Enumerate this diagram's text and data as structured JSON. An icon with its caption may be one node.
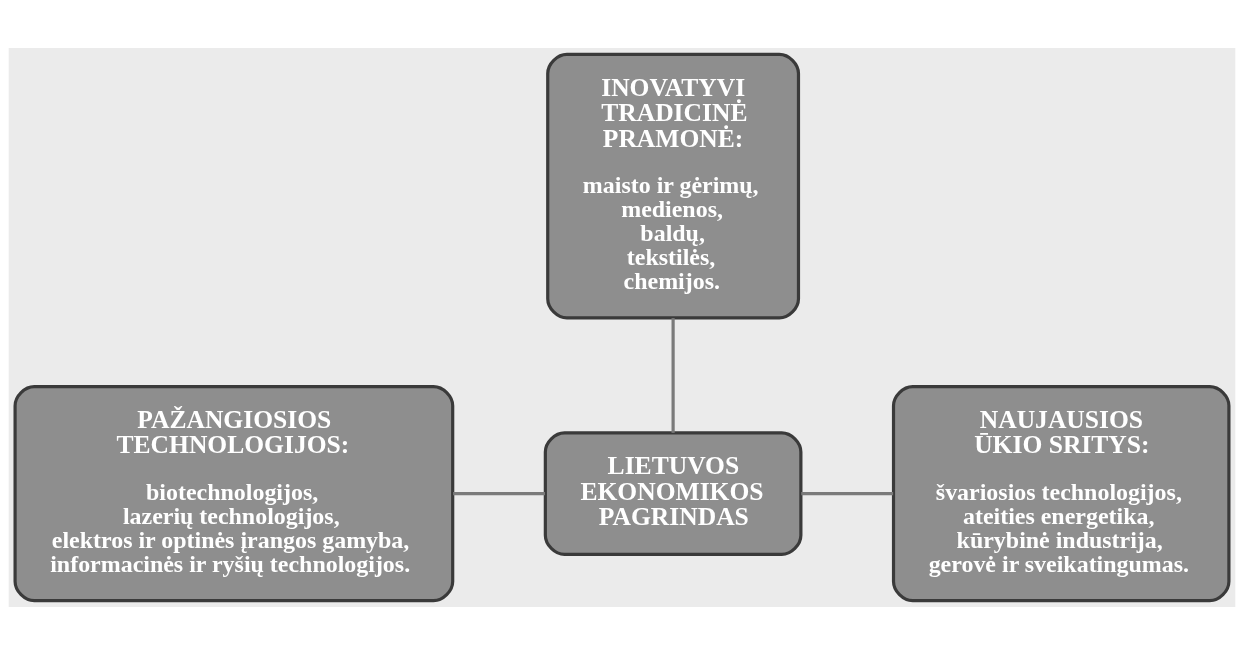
{
  "diagram": {
    "nodes": [
      {
        "text": [
          "INOVATYVI TRADICINĖ PRAMONĖ:",
          "maisto ir gėrimų, medienos, baldų, tekstilės, chemijos."
        ]
      },
      {
        "text": [
          "PAŽANGIOSIOS TECHNOLOGIJOS:",
          "biotechnologijos, lazerių technologijos, elektros ir optinės įrangos gamyba, informacinės ir ryšių technologijos."
        ]
      },
      {
        "text": [
          "LIETUVOS EKONOMIKOS PAGRINDAS"
        ]
      },
      {
        "text": [
          "NAUJAUSIOS ŪKIO SRITYS:",
          "švariosios technologijos, ateities energetika, kūrybinė industrija, gerovė ir sveikatingumas."
        ]
      }
    ],
    "edges": [
      {
        "from": 0,
        "to": 2,
        "arrow": "none"
      },
      {
        "from": 1,
        "to": 2,
        "arrow": "none"
      },
      {
        "from": 2,
        "to": 3,
        "arrow": "none"
      }
    ]
  }
}
